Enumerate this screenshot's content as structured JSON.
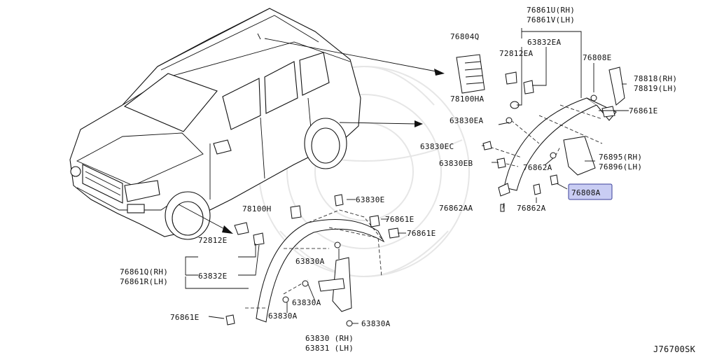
{
  "diagram_code": "J76700SK",
  "highlight_color": "#c9cdf3",
  "labels": {
    "p76861u": "76861U(RH)",
    "p76861v": "76861V(LH)",
    "p63832ea": "63832EA",
    "p76804q": "76804Q",
    "p72812ea": "72812EA",
    "p76808e": "76808E",
    "p78818": "78818(RH)",
    "p78819": "78819(LH)",
    "p78100ha": "78100HA",
    "p76861e_r": "76861E",
    "p63830ea": "63830EA",
    "p63830ec": "63830EC",
    "p76895": "76895(RH)",
    "p76896": "76896(LH)",
    "p63830eb": "63830EB",
    "p76862a_1": "76862A",
    "p76808a": "76808A",
    "p76862aa": "76862AA",
    "p76862a_2": "76862A",
    "p78100h": "78100H",
    "p63830e": "63830E",
    "p76861e_a": "76861E",
    "p76861e_b": "76861E",
    "p72812e": "72812E",
    "p63830a_1": "63830A",
    "p76861q": "76861Q(RH)",
    "p63832e": "63832E",
    "p76861r": "76861R(LH)",
    "p63830a_2": "63830A",
    "p76861e_c": "76861E",
    "p63830a_3": "63830A",
    "p63830a_4": "63830A",
    "p63830": "63830 (RH)",
    "p63831": "63831 (LH)"
  }
}
